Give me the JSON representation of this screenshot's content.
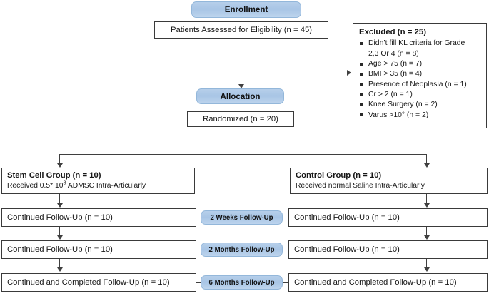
{
  "diagram": {
    "type": "consort-flow-diagram",
    "stages": {
      "enrollment": "Enrollment",
      "allocation": "Allocation"
    },
    "enrollment": {
      "assessed": "Patients Assessed for Eligibility (n = 45)"
    },
    "excluded": {
      "header": "Excluded (n = 25)",
      "reasons": [
        "Didn’t fill KL criteria for Grade",
        "2,3 Or 4 (n = 8)",
        "Age > 75 (n = 7)",
        "BMI > 35 (n = 4)",
        "Presence of Neoplasia (n = 1)",
        "Cr > 2 (n = 1)",
        "Knee Surgery (n = 2)",
        "Varus >10° (n = 2)"
      ]
    },
    "allocation": {
      "randomized": "Randomized (n = 20)"
    },
    "arms": {
      "stem_cell": {
        "title": "Stem Cell Group (n = 10)",
        "detail_prefix": "Received 0.5* 10",
        "detail_sup": "8",
        "detail_suffix": " ADMSC Intra-Articularly"
      },
      "control": {
        "title": "Control Group (n = 10)",
        "detail": "Received normal Saline Intra-Articularly"
      }
    },
    "followups": [
      {
        "stage": "2 Weeks Follow-Up",
        "left": "Continued Follow-Up (n = 10)",
        "right": "Continued Follow-Up (n = 10)"
      },
      {
        "stage": "2 Months Follow-Up",
        "left": "Continued Follow-Up (n = 10)",
        "right": "Continued Follow-Up (n = 10)"
      },
      {
        "stage": "6 Months Follow-Up",
        "left": "Continued and Completed Follow-Up (n = 10)",
        "right": "Continued and Completed Follow-Up (n = 10)"
      }
    ],
    "colors": {
      "pill_fill": "#a8c5e5",
      "pill_border": "#93b7da",
      "box_border": "#3a3a3a",
      "connector": "#3f3f3f",
      "text": "#161616"
    }
  }
}
